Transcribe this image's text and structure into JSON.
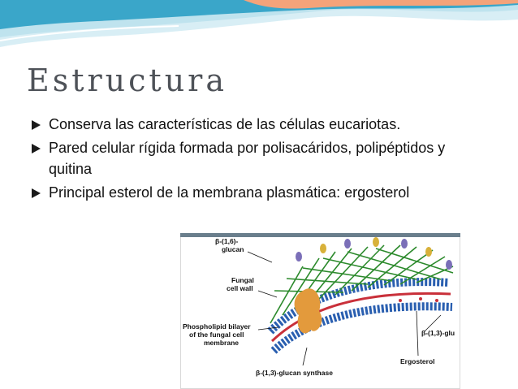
{
  "slide": {
    "title": "Estructura",
    "bullets": [
      {
        "text": "Conserva las características de las células eucariotas."
      },
      {
        "text": "Pared celular rígida formada por polisacáridos, polipéptidos y quitina"
      },
      {
        "text": "Principal esterol de la membrana plasmática: ergosterol"
      }
    ],
    "theme_colors": {
      "wave_blue": "#3aa6c9",
      "wave_light": "#bfe3ee",
      "wave_orange": "#f4a37a",
      "text": "#111111"
    }
  },
  "figure": {
    "labels": {
      "glucan_16": "β-(1,6)-",
      "glucan_16b": "glucan",
      "fungal": "Fungal",
      "cell_wall": "cell wall",
      "phospholipid1": "Phospholipid bilayer",
      "phospholipid2": "of the fungal cell",
      "phospholipid3": "membrane",
      "synthase": "β-(1,3)-glucan synthase",
      "ergosterol": "Ergosterol",
      "glucan_13": "β-(1,3)-glu"
    }
  }
}
